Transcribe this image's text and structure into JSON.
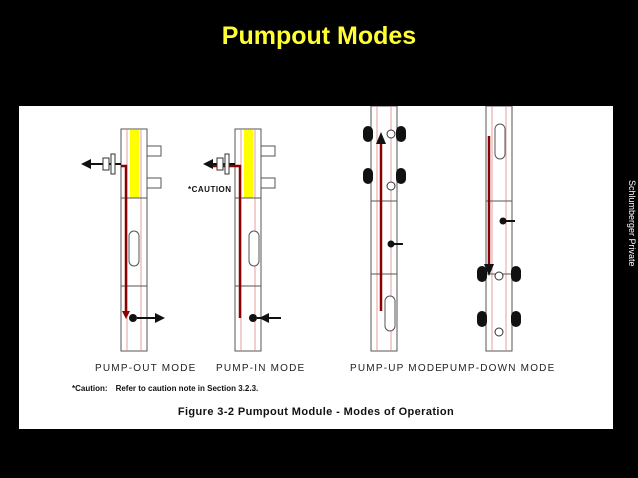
{
  "slide": {
    "title": "Pumpout Modes",
    "side_label": "Schlumberger Private"
  },
  "figure": {
    "caution_tag": "*CAUTION",
    "modes": [
      {
        "label": "PUMP-OUT MODE"
      },
      {
        "label": "PUMP-IN MODE"
      },
      {
        "label": "PUMP-UP MODE"
      },
      {
        "label": "PUMP-DOWN MODE"
      }
    ],
    "caution_note_prefix": "*Caution:",
    "caution_note_text": "Refer to caution note in Section 3.2.3.",
    "caption": "Figure 3-2  Pumpout  Module - Modes of Operation"
  },
  "colors": {
    "title": "#ffff33",
    "flow_line": "#8b0000",
    "yellow_section": "#ffff00",
    "panel": "#ffffff"
  }
}
